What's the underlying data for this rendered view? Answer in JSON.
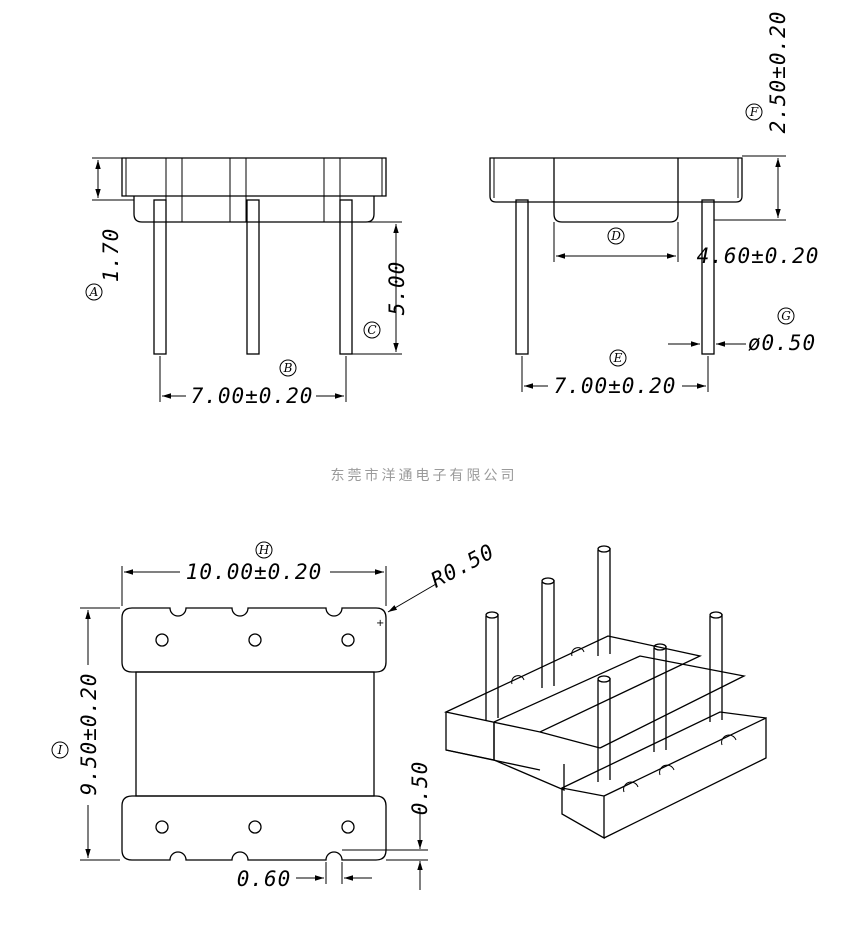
{
  "watermark": "东莞市洋通电子有限公司",
  "labels": {
    "A": "A",
    "B": "B",
    "C": "C",
    "D": "D",
    "E": "E",
    "F": "F",
    "G": "G",
    "H": "H",
    "I": "I"
  },
  "dimensions": {
    "A": "1.70",
    "B": "7.00±0.20",
    "C": "5.00",
    "D": "4.60±0.20",
    "E": "7.00±0.20",
    "F": "2.50±0.20",
    "G": "ø0.50",
    "H": "10.00±0.20",
    "I": "9.50±0.20",
    "radius": "R0.50",
    "slot_depth": "0.50",
    "slot_width": "0.60"
  }
}
